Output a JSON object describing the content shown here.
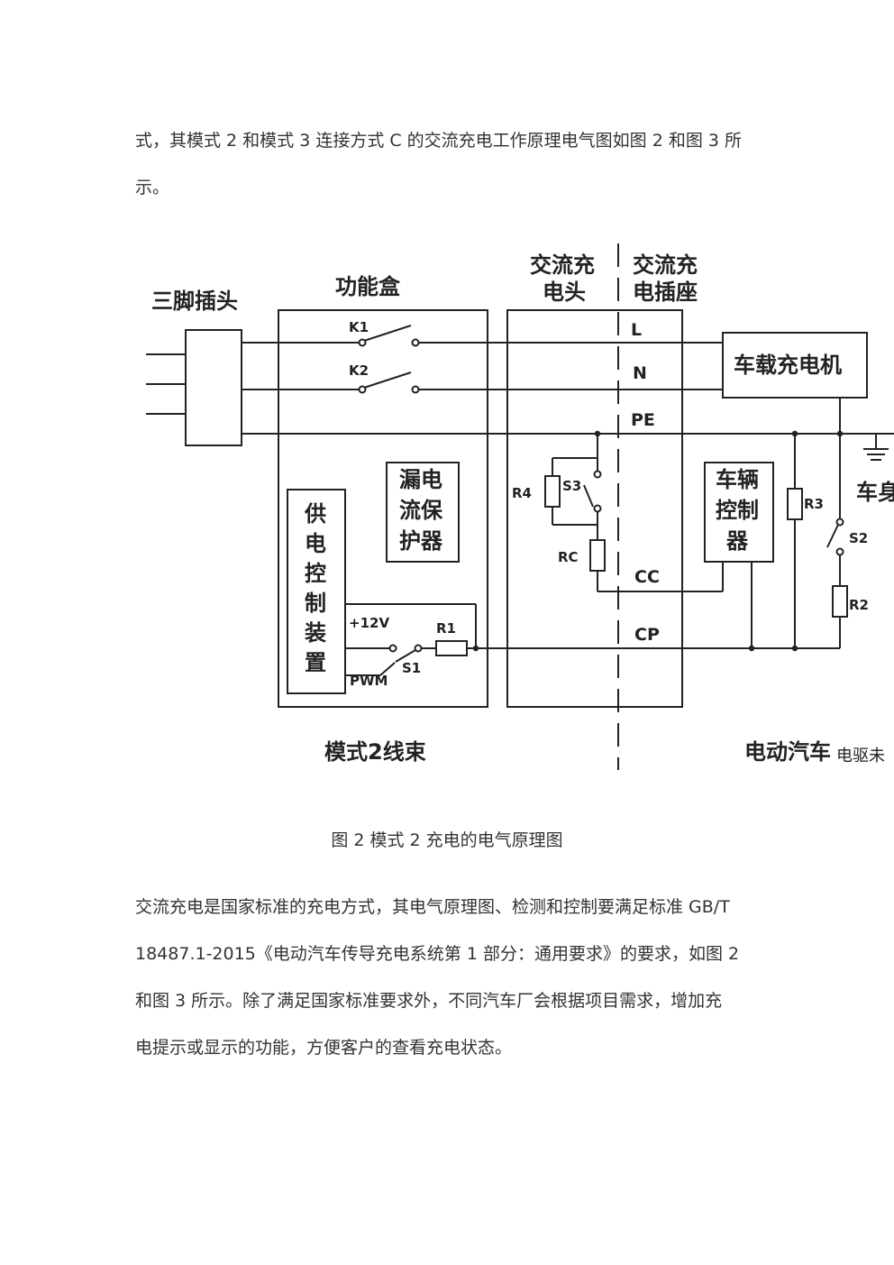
{
  "paragraph_1": {
    "lines": [
      "式，其模式 2 和模式 3 连接方式 C 的交流充电工作原理电气图如图 2 和图 3 所",
      "示。"
    ]
  },
  "figure": {
    "labels": {
      "plug_three_pin": "三脚插头",
      "function_box": "功能盒",
      "ac_connector_a": "交流充",
      "ac_connector_b": "电头",
      "ac_inlet_a": "交流充",
      "ac_inlet_b": "电插座",
      "obc": "车载充电机",
      "k1": "K1",
      "k2": "K2",
      "l": "L",
      "n": "N",
      "pe": "PE",
      "cc": "CC",
      "cp": "CP",
      "leak_1": "漏电",
      "leak_2": "流保",
      "leak_3": "护器",
      "supply_1": "供",
      "supply_2": "电",
      "supply_3": "控",
      "supply_4": "制",
      "supply_5": "装",
      "supply_6": "置",
      "vcu_1": "车辆",
      "vcu_2": "控制",
      "vcu_3": "器",
      "r1": "R1",
      "r2": "R2",
      "r3": "R3",
      "r4": "R4",
      "rc": "RC",
      "s1": "S1",
      "s2": "S2",
      "s3": "S3",
      "plus12v": "+12V",
      "pwm": "PWM",
      "car_body": "车身",
      "mode2_harness": "模式2线束",
      "ev": "电动汽车",
      "watermark": "电驱未"
    }
  },
  "caption": "图 2 模式 2 充电的电气原理图",
  "paragraph_2": {
    "lines": [
      "交流充电是国家标准的充电方式，其电气原理图、检测和控制要满足标准 GB/T",
      "18487.1-2015《电动汽车传导充电系统第 1 部分：通用要求》的要求，如图 2",
      "和图 3 所示。除了满足国家标准要求外，不同汽车厂会根据项目需求，增加充",
      "电提示或显示的功能，方便客户的查看充电状态。"
    ]
  }
}
